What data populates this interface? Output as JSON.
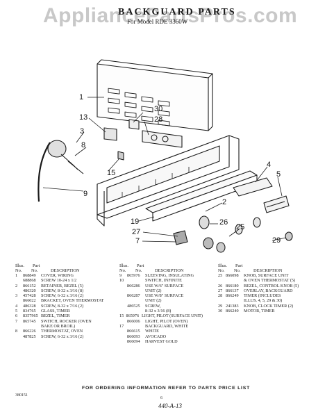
{
  "watermark": "AppliancePartsPros.com",
  "title": "BACKGUARD PARTS",
  "subtitle": "For Model RDE 3360W",
  "callouts": [
    "1",
    "13",
    "30",
    "28",
    "3",
    "8",
    "15",
    "9",
    "4",
    "5",
    "2",
    "19",
    "26",
    "27",
    "25",
    "7",
    "29"
  ],
  "table": {
    "header": {
      "illus": "Illus.",
      "no": "No.",
      "part": "Part",
      "partno": "No.",
      "desc": "DESCRIPTION"
    },
    "col1": [
      {
        "no": "1",
        "part": "868849",
        "desc": "COVER, WIRING"
      },
      {
        "no": "",
        "part": "688868",
        "desc": "SCREW 10-24 x 1/2"
      },
      {
        "no": "2",
        "part": "866152",
        "desc": "RETAINER, BEZEL (5)"
      },
      {
        "no": "",
        "part": "486320",
        "desc": "SCREW, 8-32 x 3/16 (8)"
      },
      {
        "no": "3",
        "part": "457428",
        "desc": "SCREW, 6-32 x 3/16 (2)"
      },
      {
        "no": "",
        "part": "866022",
        "desc": "BRACKET, OVEN THERMOSTAT"
      },
      {
        "no": "4",
        "part": "486328",
        "desc": "SCREW, 8-32 x 7/16 (2)"
      },
      {
        "no": "5",
        "part": "834765",
        "desc": "GLASS, TIMER"
      },
      {
        "no": "6",
        "part": "8357965",
        "desc": "BEZEL, TIMER"
      },
      {
        "no": "7",
        "part": "865745",
        "desc": "SWITCH, ROCKER (OVEN"
      },
      {
        "no": "",
        "part": "",
        "desc": "BAKE OR BROIL)"
      },
      {
        "no": "8",
        "part": "866226",
        "desc": "THERMOSTAT, OVEN"
      },
      {
        "no": "",
        "part": "487825",
        "desc": "SCREW, 6-32 x 3/16 (2)"
      }
    ],
    "col2": [
      {
        "no": "9",
        "part": "865976",
        "desc": "SLEEVING, INSULATING"
      },
      {
        "no": "10",
        "part": "",
        "desc": "SWITCH, INFINITE"
      },
      {
        "no": "",
        "part": "866286",
        "desc": "USE W/6\" SURFACE"
      },
      {
        "no": "",
        "part": "",
        "desc": "UNIT (2)"
      },
      {
        "no": "",
        "part": "866287",
        "desc": "USE W/8\" SURFACE"
      },
      {
        "no": "",
        "part": "",
        "desc": "UNIT (2)"
      },
      {
        "no": "",
        "part": "486525",
        "desc": "SCREW,"
      },
      {
        "no": "",
        "part": "",
        "desc": "8-32 x 3/16 (8)"
      },
      {
        "no": "15",
        "part": "865976",
        "desc": "LIGHT, PILOT (SURFACE UNIT)"
      },
      {
        "no": "",
        "part": "866006",
        "desc": "LIGHT, PILOT (OVEN)"
      },
      {
        "no": "17",
        "part": "",
        "desc": "BACKGUARD, WHITE"
      },
      {
        "no": "",
        "part": "866615",
        "desc": "WHITE"
      },
      {
        "no": "",
        "part": "866093",
        "desc": "AVOCADO"
      },
      {
        "no": "",
        "part": "866094",
        "desc": "HARVEST GOLD"
      }
    ],
    "col3": [
      {
        "no": "25",
        "part": "866098",
        "desc": "KNOB, SURFACE UNIT"
      },
      {
        "no": "",
        "part": "",
        "desc": "& OVEN THERMOSTAT (5)"
      },
      {
        "no": "26",
        "part": "866180",
        "desc": "BEZEL, CONTROL KNOB (5)"
      },
      {
        "no": "27",
        "part": "866137",
        "desc": "OVERLAY, BACKGUARD"
      },
      {
        "no": "28",
        "part": "866249",
        "desc": "TIMER (INCLUDES"
      },
      {
        "no": "",
        "part": "",
        "desc": "ILLUS. 4, 5, 29 & 30)"
      },
      {
        "no": "29",
        "part": "241383",
        "desc": "KNOB, CLOCK TIMER (2)"
      },
      {
        "no": "30",
        "part": "866240",
        "desc": "MOTOR, TIMER"
      }
    ]
  },
  "footer": "FOR ORDERING INFORMATION REFER TO PARTS PRICE LIST",
  "doc_code": "380151",
  "page_number": "6",
  "handwritten": "440-A-13",
  "colors": {
    "ink": "#1a1a1a",
    "watermark": "#c8c8c8",
    "paper": "#ffffff"
  }
}
